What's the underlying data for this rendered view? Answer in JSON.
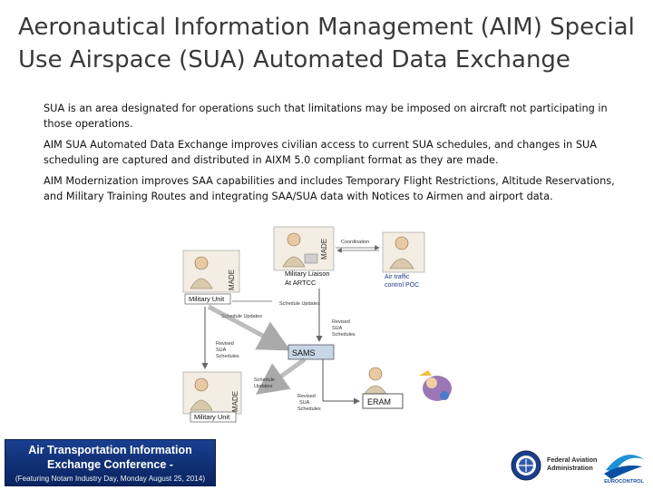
{
  "slide": {
    "title": "Aeronautical Information Management (AIM) Special Use Airspace (SUA)  Automated Data Exchange",
    "bullets": [
      "SUA is an area designated for operations such that limitations may be imposed on aircraft not participating in those operations.",
      "AIM SUA Automated Data Exchange improves civilian access to current SUA schedules, and changes in SUA scheduling are captured and distributed in AIXM 5.0 compliant format as they are made.",
      "AIM Modernization improves SAA capabilities and includes Temporary Flight Restrictions, Altitude Reservations, and Military Training Routes and integrating SAA/SUA data with Notices to Airmen and airport data."
    ]
  },
  "diagram": {
    "nodes": {
      "military_liaison": "Military Liaison",
      "artcc": "At ARTCC",
      "air_traffic_control": "Air traffic",
      "air_traffic_control_2": "control POC",
      "military_unit_top": "Military Unit",
      "military_unit_bottom": "Military Unit",
      "sams": "SAMS",
      "eram": "ERAM"
    },
    "badges": {
      "made": "MADE"
    },
    "labels": {
      "coordination": "Coordination",
      "schedule_updates_top": "Schedule Updates",
      "schedule_updates_left": "Schedule Updates",
      "revised_sua_left_1": "Revised",
      "revised_sua_left_2": "SUA",
      "revised_sua_left_3": "Schedules",
      "revised_sua_right_1": "Revised",
      "revised_sua_right_2": "SUA",
      "revised_sua_right_3": "Schedules",
      "schedule_updates_bottom_1": "Schedule",
      "schedule_updates_bottom_2": "Updates",
      "revised_sua_bottom_1": "Revised",
      "revised_sua_bottom_2": "SUA",
      "revised_sua_bottom_3": "Schedules"
    }
  },
  "footer": {
    "conference_line1": "Air Transportation Information",
    "conference_line2": "Exchange Conference -",
    "conference_line3": "(Featuring Notam Industry Day, Monday August 25, 2014)",
    "faa_line1": "Federal Aviation",
    "faa_line2": "Administration",
    "eurocontrol": "EUROCONTROL"
  },
  "colors": {
    "title": "#3a3a3a",
    "banner": "#12357f",
    "diagram_line": "#555555",
    "sams_box": "#c9d6e6"
  }
}
